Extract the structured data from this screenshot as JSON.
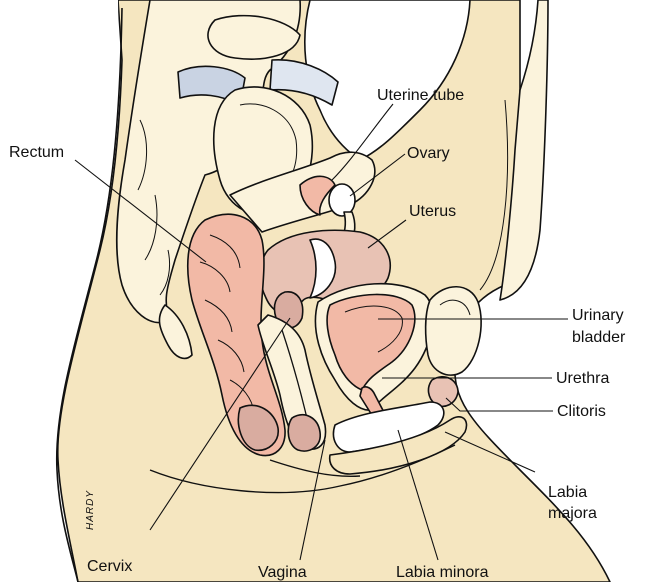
{
  "labels": {
    "uterine_tube": "Uterine tube",
    "rectum": "Rectum",
    "ovary": "Ovary",
    "uterus": "Uterus",
    "urinary_bladder_line1": "Urinary",
    "urinary_bladder_line2": "bladder",
    "urethra": "Urethra",
    "clitoris": "Clitoris",
    "labia_majora_line1": "Labia",
    "labia_majora_line2": "majora",
    "cervix": "Cervix",
    "vagina": "Vagina",
    "labia_minora": "Labia minora"
  },
  "signature": "HARDY",
  "colors": {
    "skin": "#f5e6c0",
    "bone": "#fbf3dc",
    "organ_pink": "#f2b9a6",
    "organ_mauve": "#d9aca0",
    "uterus": "#e8c2b4",
    "white": "#ffffff",
    "outline": "#111111"
  }
}
